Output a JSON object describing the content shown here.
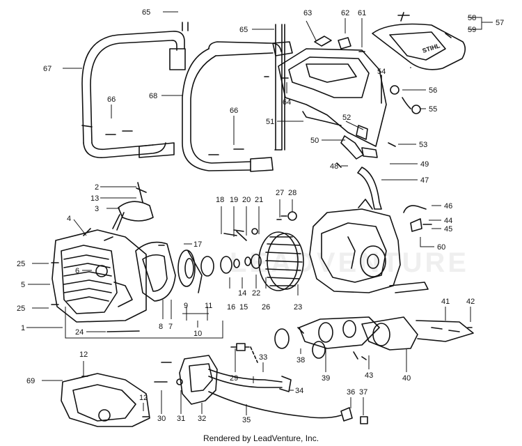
{
  "footer": "Rendered by LeadVenture, Inc.",
  "watermark": "LEADVENTURE",
  "brand_mark": "STIHL",
  "callouts": [
    {
      "id": "c1",
      "label": "1"
    },
    {
      "id": "c2",
      "label": "2"
    },
    {
      "id": "c3",
      "label": "3"
    },
    {
      "id": "c4",
      "label": "4"
    },
    {
      "id": "c5",
      "label": "5"
    },
    {
      "id": "c6",
      "label": "6"
    },
    {
      "id": "c7",
      "label": "7"
    },
    {
      "id": "c8",
      "label": "8"
    },
    {
      "id": "c9",
      "label": "9"
    },
    {
      "id": "c10",
      "label": "10"
    },
    {
      "id": "c11",
      "label": "11"
    },
    {
      "id": "c12a",
      "label": "12"
    },
    {
      "id": "c12b",
      "label": "12"
    },
    {
      "id": "c13",
      "label": "13"
    },
    {
      "id": "c14",
      "label": "14"
    },
    {
      "id": "c15",
      "label": "15"
    },
    {
      "id": "c16",
      "label": "16"
    },
    {
      "id": "c17",
      "label": "17"
    },
    {
      "id": "c18",
      "label": "18"
    },
    {
      "id": "c19",
      "label": "19"
    },
    {
      "id": "c20",
      "label": "20"
    },
    {
      "id": "c21",
      "label": "21"
    },
    {
      "id": "c22",
      "label": "22"
    },
    {
      "id": "c23",
      "label": "23"
    },
    {
      "id": "c24",
      "label": "24"
    },
    {
      "id": "c25a",
      "label": "25"
    },
    {
      "id": "c25b",
      "label": "25"
    },
    {
      "id": "c26",
      "label": "26"
    },
    {
      "id": "c27",
      "label": "27"
    },
    {
      "id": "c28",
      "label": "28"
    },
    {
      "id": "c29",
      "label": "29"
    },
    {
      "id": "c30",
      "label": "30"
    },
    {
      "id": "c31",
      "label": "31"
    },
    {
      "id": "c32",
      "label": "32"
    },
    {
      "id": "c33",
      "label": "33"
    },
    {
      "id": "c34",
      "label": "34"
    },
    {
      "id": "c35",
      "label": "35"
    },
    {
      "id": "c36",
      "label": "36"
    },
    {
      "id": "c37",
      "label": "37"
    },
    {
      "id": "c38",
      "label": "38"
    },
    {
      "id": "c39",
      "label": "39"
    },
    {
      "id": "c40",
      "label": "40"
    },
    {
      "id": "c41",
      "label": "41"
    },
    {
      "id": "c42",
      "label": "42"
    },
    {
      "id": "c43",
      "label": "43"
    },
    {
      "id": "c44",
      "label": "44"
    },
    {
      "id": "c45",
      "label": "45"
    },
    {
      "id": "c46",
      "label": "46"
    },
    {
      "id": "c47",
      "label": "47"
    },
    {
      "id": "c48",
      "label": "48"
    },
    {
      "id": "c49",
      "label": "49"
    },
    {
      "id": "c50",
      "label": "50"
    },
    {
      "id": "c51",
      "label": "51"
    },
    {
      "id": "c52",
      "label": "52"
    },
    {
      "id": "c53",
      "label": "53"
    },
    {
      "id": "c54",
      "label": "54"
    },
    {
      "id": "c55",
      "label": "55"
    },
    {
      "id": "c56",
      "label": "56"
    },
    {
      "id": "c57",
      "label": "57"
    },
    {
      "id": "c58",
      "label": "58"
    },
    {
      "id": "c59",
      "label": "59"
    },
    {
      "id": "c60",
      "label": "60"
    },
    {
      "id": "c61",
      "label": "61"
    },
    {
      "id": "c62",
      "label": "62"
    },
    {
      "id": "c63",
      "label": "63"
    },
    {
      "id": "c64",
      "label": "64"
    },
    {
      "id": "c65a",
      "label": "65"
    },
    {
      "id": "c65b",
      "label": "65"
    },
    {
      "id": "c66a",
      "label": "66"
    },
    {
      "id": "c66b",
      "label": "66"
    },
    {
      "id": "c67",
      "label": "67"
    },
    {
      "id": "c68",
      "label": "68"
    },
    {
      "id": "c69",
      "label": "69"
    }
  ]
}
